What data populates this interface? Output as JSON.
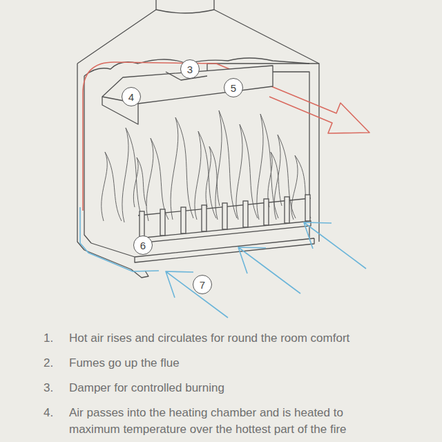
{
  "diagram": {
    "nodes": [
      {
        "text": [
          "3"
        ]
      },
      {
        "text": [
          "4"
        ]
      },
      {
        "text": [
          "5"
        ]
      },
      {
        "text": [
          "6"
        ]
      },
      {
        "text": [
          "7"
        ]
      }
    ],
    "labels": [
      "1.",
      "Hot air rises and circulates for round the room comfort",
      "2.",
      "Fumes go up the flue",
      "3.",
      "Damper for controlled burning",
      "4.",
      "Air passes into the heating chamber and is heated to maximum temperature over the hottest part of the fire"
    ]
  }
}
